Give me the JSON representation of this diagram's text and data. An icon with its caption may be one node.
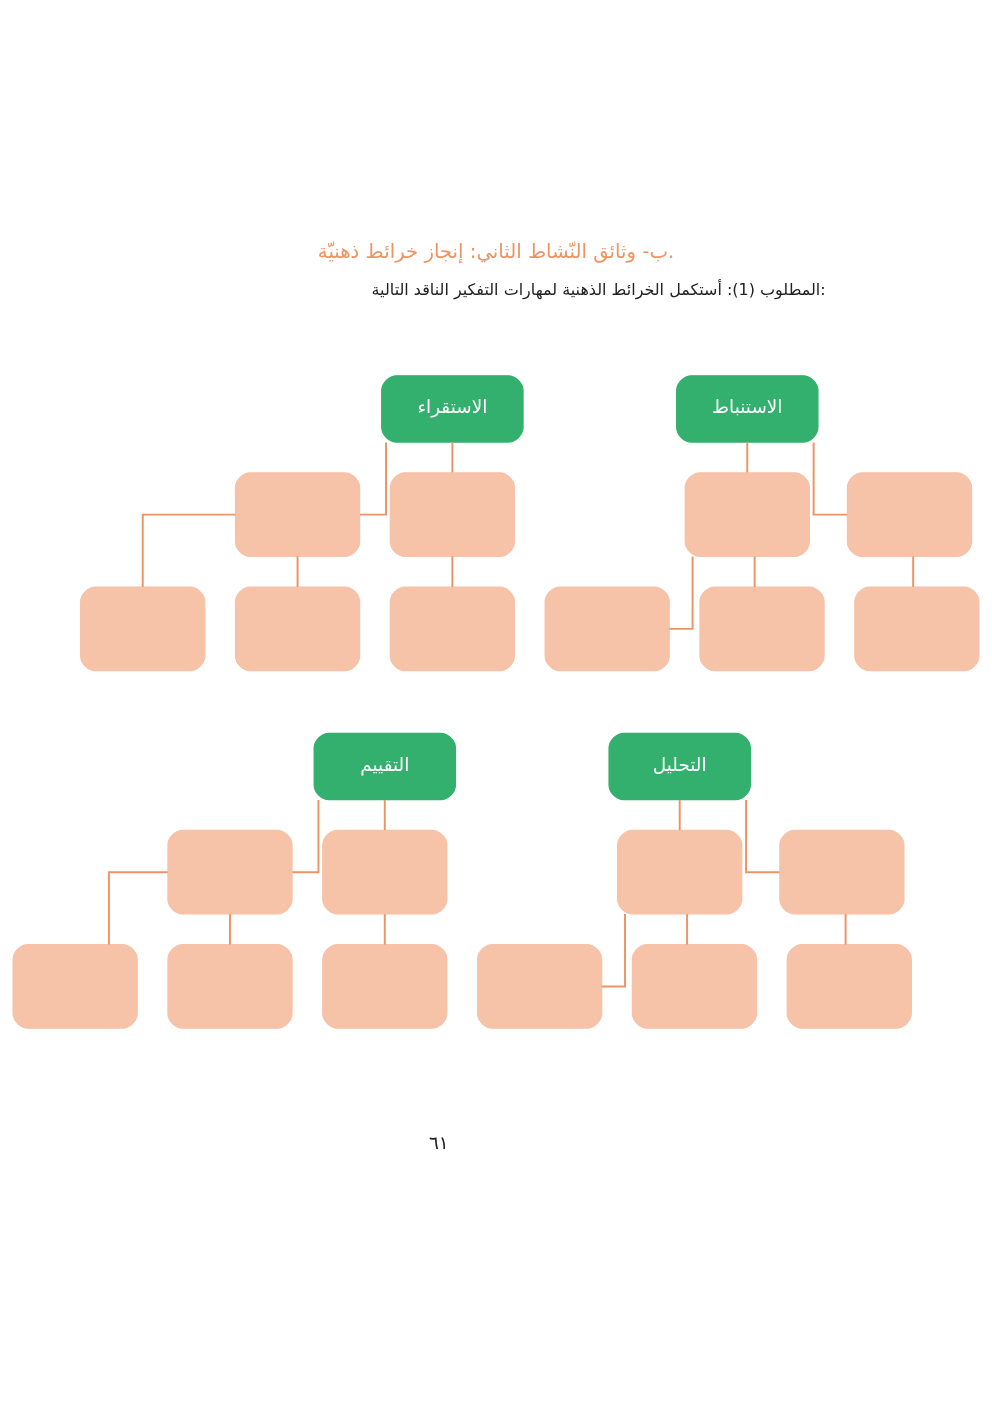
{
  "diagram": {
    "title": "ب- وثائق النّشاط الثاني: إنجاز خرائط ذهنيّة.",
    "nodes": [
      {
        "text": [
          "الاستنباط"
        ]
      },
      {
        "text": [],
        "shape": "box"
      },
      {
        "text": [],
        "shape": "box"
      },
      {
        "text": [],
        "shape": "box"
      },
      {
        "text": [],
        "shape": "box"
      },
      {
        "text": [],
        "shape": "box"
      },
      {
        "text": [
          "الاستقراء"
        ]
      },
      {
        "text": [],
        "shape": "box"
      },
      {
        "text": [],
        "shape": "box"
      },
      {
        "text": [],
        "shape": "box"
      },
      {
        "text": [],
        "shape": "box"
      },
      {
        "text": [],
        "shape": "box"
      },
      {
        "text": [
          "التحليل"
        ]
      },
      {
        "text": [],
        "shape": "box"
      },
      {
        "text": [],
        "shape": "box"
      },
      {
        "text": [],
        "shape": "box"
      },
      {
        "text": [],
        "shape": "box"
      },
      {
        "text": [],
        "shape": "box"
      },
      {
        "text": [
          "التقييم"
        ]
      },
      {
        "text": [],
        "shape": "box"
      },
      {
        "text": [],
        "shape": "box"
      },
      {
        "text": [],
        "shape": "box"
      },
      {
        "text": [],
        "shape": "box"
      },
      {
        "text": [],
        "shape": "box"
      }
    ],
    "edges": [
      {
        "from": 0,
        "to": 1,
        "arrow": "none"
      },
      {
        "from": 0,
        "to": 2,
        "arrow": "none"
      },
      {
        "from": 1,
        "to": 3,
        "arrow": "none"
      },
      {
        "from": 1,
        "to": 4,
        "arrow": "none"
      },
      {
        "from": 2,
        "to": 5,
        "arrow": "none"
      },
      {
        "from": 6,
        "to": 7,
        "arrow": "none"
      },
      {
        "from": 6,
        "to": 8,
        "arrow": "none"
      },
      {
        "from": 7,
        "to": 9,
        "arrow": "none"
      },
      {
        "from": 7,
        "to": 10,
        "arrow": "none"
      },
      {
        "from": 8,
        "to": 11,
        "arrow": "none"
      },
      {
        "from": 12,
        "to": 13,
        "arrow": "none"
      },
      {
        "from": 12,
        "to": 14,
        "arrow": "none"
      },
      {
        "from": 13,
        "to": 15,
        "arrow": "none"
      },
      {
        "from": 13,
        "to": 16,
        "arrow": "none"
      },
      {
        "from": 14,
        "to": 17,
        "arrow": "none"
      },
      {
        "from": 18,
        "to": 19,
        "arrow": "none"
      },
      {
        "from": 18,
        "to": 20,
        "arrow": "none"
      },
      {
        "from": 19,
        "to": 21,
        "arrow": "none"
      },
      {
        "from": 19,
        "to": 22,
        "arrow": "none"
      },
      {
        "from": 20,
        "to": 23,
        "arrow": "none"
      }
    ],
    "labels": [
      "المطلوب (1): أستكمل الخرائط الذهنية لمهارات التفكير الناقد التالية:",
      "٦١"
    ]
  }
}
